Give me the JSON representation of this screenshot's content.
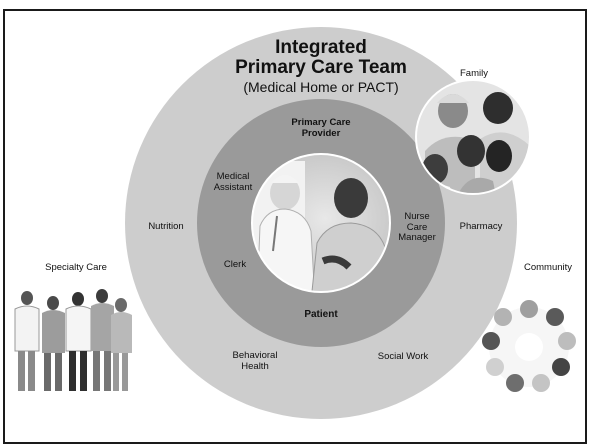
{
  "diagram": {
    "title": "Integrated\nPrimary Care Team",
    "subtitle": "(Medical Home or PACT)",
    "inner_ring": {
      "top": "Primary Care\nProvider",
      "bottom": "Patient",
      "left_upper": "Medical\nAssistant",
      "left_lower": "Clerk",
      "right": "Nurse\nCare\nManager"
    },
    "outer_ring": {
      "left": "Nutrition",
      "right": "Pharmacy",
      "bottom_left": "Behavioral\nHealth",
      "bottom_right": "Social Work"
    },
    "external": {
      "family": "Family",
      "specialty_care": "Specialty Care",
      "community": "Community"
    },
    "colors": {
      "outer_ring": "#cdcdcd",
      "inner_ring": "#9a9a9a",
      "frame_border": "#1a1a1a"
    }
  }
}
